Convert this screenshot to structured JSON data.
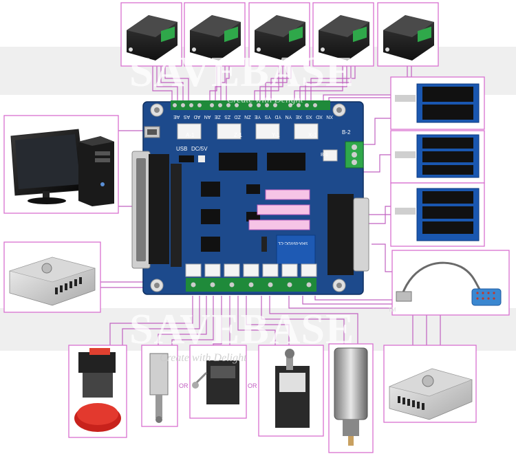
{
  "watermark": {
    "brand": "SAVEBASE",
    "tagline": "Create with Delight"
  },
  "board": {
    "axis_labels": [
      "XN",
      "XD",
      "XS",
      "XE",
      "YN",
      "YD",
      "YS",
      "YE",
      "ZN",
      "ZD",
      "ZS",
      "ZE",
      "AN",
      "AD",
      "AS",
      "AE"
    ],
    "header_x": "X-1",
    "header_y": "Y-1",
    "header_z": "Z-1",
    "header_a": "A-1",
    "header_b2": "B-2",
    "header_b1": "B-1",
    "usb_label": "USB",
    "dc_label": "DC/5V",
    "relay_text": "SRA-05VDC-CL"
  },
  "or_labels": [
    "OR",
    "OR"
  ],
  "tm_mark": "TM",
  "colors": {
    "border": "#d86fd0",
    "wire": "#c060c0",
    "pcb": "#1d4a8c",
    "pcb_light": "#2a5ca8",
    "terminal_green": "#1f8a3a"
  }
}
